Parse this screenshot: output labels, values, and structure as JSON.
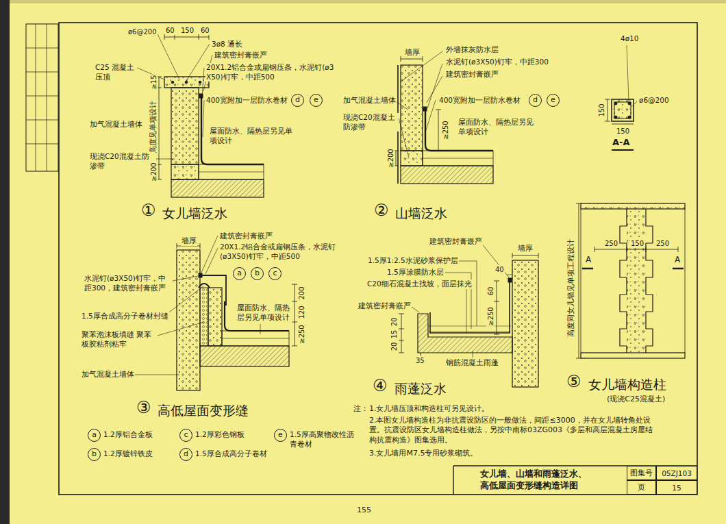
{
  "diagram": {
    "title": "女儿墙、山墙和雨蓬泛水、高低屋面变形缝构造详图",
    "nodes": [
      {
        "text": [
          "图集号"
        ]
      },
      {
        "text": [
          "05ZJ103"
        ]
      },
      {
        "text": [
          "页"
        ]
      },
      {
        "text": [
          "15"
        ]
      }
    ],
    "labels": [
      "ø6@200",
      "60",
      "150",
      "60",
      "3ø8 通长",
      "C25 混凝土 压顶",
      "≥15",
      "建筑密封膏嵌严",
      "20X1.2铝合金或扁钢压条，水泥钉(ø3X50)钉牢，中距500",
      "400宽附加一层防水卷材",
      "d",
      "e",
      "加气混凝土墙体",
      "高度见单项设计",
      "屋面防水、隔热层另见单项设计",
      "现浇C20混凝土防渗带",
      "≥200",
      "①",
      "女儿墙泛水",
      "墙厚",
      "外墙抹灰防水层",
      "水泥钉(ø3X50)钉牢，中距300",
      "建筑密封膏嵌严",
      "400宽附加一层防水卷材",
      "d",
      "e",
      "加气混凝土墙体",
      "现浇C20混凝土防渗带",
      "≥250",
      "屋面防水、隔热层另见单项设计",
      "≥200",
      "②",
      "山墙泛水",
      "4ø10",
      "150",
      "ø6@200",
      "150",
      "A-A",
      "250",
      "150",
      "250",
      "A",
      "A",
      "高度同女儿墙见单项工程设计",
      "⑤",
      "女儿墙构造柱",
      "(现浇C25混凝土)",
      "墙厚",
      "建筑密封膏嵌严",
      "20X1.2铝合金或扁钢压条，水泥钉(ø3X50)钉牢，中距500",
      "a",
      "b",
      "c",
      "水泥钉(ø3X50)钉牢，中距300，建筑密封膏嵌严",
      "200",
      "120",
      "≥250",
      "1.5厚合成高分子卷材封缝",
      "屋面防水、隔热层另见单项设计",
      "聚苯泡沫板填缝 聚苯板胶粘剂粘牢",
      "加气混凝土墙体",
      "③",
      "高低屋面变形缝",
      "建筑密封膏嵌严",
      "墙厚",
      "1.5厚1:2.5水泥砂浆保护层",
      "1.5厚涂膜防水层",
      "C20细石混凝土找坡，面层抹光",
      "40",
      "建筑密封膏嵌严",
      "60",
      "≥250",
      "20",
      "15",
      "20",
      "35",
      "钢筋混凝土雨蓬",
      "④",
      "雨蓬泛水",
      "a",
      "b",
      "c",
      "d",
      "e",
      "注：",
      "1.女儿墙压顶和构造柱可另见设计。",
      "2.本图女儿墙构造柱为非抗震设防区的一般做法，间距≤3000，并在女儿墙转角处设置。抗震设防区女儿墙构造柱做法，另按中南标03ZG003《多层和高层混凝土房屋结构抗震构造》图集选用。",
      "3.女儿墙用M7.5专用砂浆砌筑。",
      "155"
    ],
    "legend": [
      {
        "text": "1.2厚铝合金板"
      },
      {
        "text": "1.2厚镀锌铁皮"
      },
      {
        "text": "1.2厚彩色钢板"
      },
      {
        "text": "1.5厚合成高分子卷材"
      },
      {
        "text": "1.5厚高聚物改性沥青卷材"
      }
    ]
  }
}
